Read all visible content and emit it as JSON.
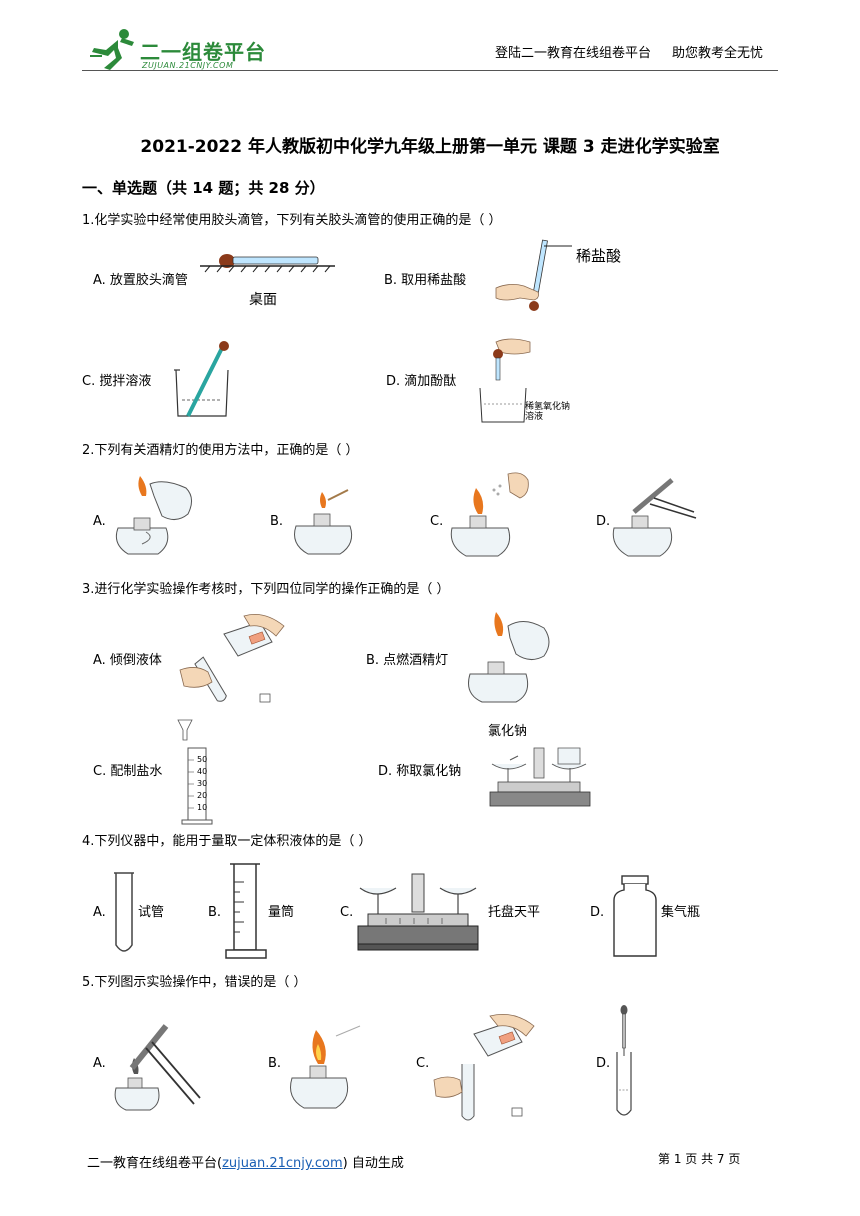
{
  "header": {
    "logo_text": "二一组卷平台",
    "logo_sub": "ZUJUAN.21CNJY.COM",
    "right_1": "登陆二一教育在线组卷平台",
    "right_2": "助您教考全无忧"
  },
  "title": "2021-2022 年人教版初中化学九年级上册第一单元 课题 3 走进化学实验室",
  "section": "一、单选题（共 14 题；共 28 分）",
  "questions": [
    {
      "stem": "1.化学实验中经常使用胶头滴管，下列有关胶头滴管的使用正确的是（    ）",
      "options": [
        {
          "label": "A. 放置胶头滴管",
          "caption": "桌面"
        },
        {
          "label": "B. 取用稀盐酸",
          "caption": "稀盐酸"
        },
        {
          "label": "C. 搅拌溶液",
          "caption": ""
        },
        {
          "label": "D. 滴加酚酞",
          "caption": "稀氢氧化钠溶液"
        }
      ]
    },
    {
      "stem": "2.下列有关酒精灯的使用方法中，正确的是（    ）",
      "options": [
        {
          "label": "A."
        },
        {
          "label": "B."
        },
        {
          "label": "C."
        },
        {
          "label": "D."
        }
      ]
    },
    {
      "stem": "3.进行化学实验操作考核时，下列四位同学的操作正确的是（    ）",
      "options": [
        {
          "label": "A. 倾倒液体",
          "caption": ""
        },
        {
          "label": "B. 点燃酒精灯",
          "caption": ""
        },
        {
          "label": "C. 配制盐水",
          "caption": ""
        },
        {
          "label": "D. 称取氯化钠",
          "caption": "氯化钠"
        }
      ]
    },
    {
      "stem": "4.下列仪器中，能用于量取一定体积液体的是（    ）",
      "options": [
        {
          "label": "A.",
          "caption": "试管"
        },
        {
          "label": "B.",
          "caption": "量筒"
        },
        {
          "label": "C.",
          "caption": "托盘天平"
        },
        {
          "label": "D.",
          "caption": "集气瓶"
        }
      ]
    },
    {
      "stem": "5.下列图示实验操作中，错误的是（    ）",
      "options": [
        {
          "label": "A."
        },
        {
          "label": "B."
        },
        {
          "label": "C."
        },
        {
          "label": "D."
        }
      ]
    }
  ],
  "cylinder_marks": [
    "50",
    "40",
    "30",
    "20",
    "10"
  ],
  "footer": {
    "left_prefix": "二一教育在线组卷平台(",
    "left_link": "zujuan.21cnjy.com",
    "left_suffix": ") 自动生成",
    "page": "第 1 页 共 7 页"
  },
  "colors": {
    "logo_green": "#2c8a3a",
    "link_blue": "#1a5fb4",
    "flame": "#e8771e",
    "bulb": "#8b3a1a"
  }
}
